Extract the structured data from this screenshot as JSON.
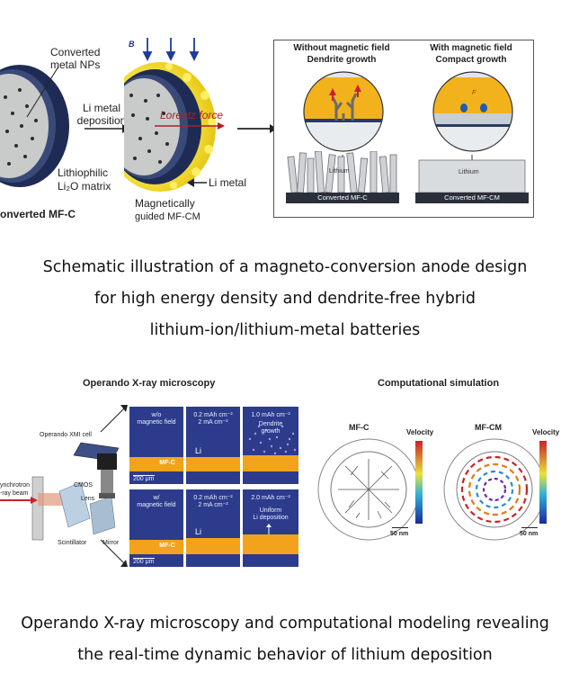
{
  "top_figure": {
    "left_panel": {
      "converted_np_label": "Converted metal NPs",
      "li_deposition_label": "Li metal deposition",
      "lithiophilic_label_1": "Lithiophilic",
      "lithiophilic_label_2": "Li₂O matrix",
      "mfc_label": "onverted MF-C",
      "b_label": "B",
      "lorentz_label": "Lorentz force",
      "li_metal_label": "Li metal",
      "guided_label_1": "Magnetically",
      "guided_label_2": "guided MF-CM"
    },
    "without_panel": {
      "title_1": "Without magnetic field",
      "title_2": "Dendrite growth",
      "lithium_label": "Lithium",
      "substrate_label": "Converted MF-C"
    },
    "with_panel": {
      "title_1": "With magnetic field",
      "title_2": "Compact growth",
      "lithium_label": "Lithium",
      "substrate_label": "Converted MF-CM",
      "f_label": "F"
    }
  },
  "caption_1": {
    "line1": "Schematic illustration of a magneto-conversion anode design",
    "line2": "for high energy density and dendrite-free hybrid",
    "line3": "lithium-ion/lithium-metal batteries"
  },
  "bottom_figure": {
    "xray_title": "Operando X-ray microscopy",
    "sim_title": "Computational simulation",
    "setup": {
      "xmi_cell": "Operando XMI cell",
      "synchrotron_1": "ynchrotron",
      "synchrotron_2": "-ray beam",
      "cmos": "CMOS",
      "lens": "Lens",
      "scintillator": "Scintillator",
      "mirror": "Mirror"
    },
    "row1": {
      "cell1_1": "w/o",
      "cell1_2": "magnetic field",
      "cell1_mf": "MF-C",
      "scale": "200 μm",
      "cell2_1": "0.2 mAh cm⁻²",
      "cell2_2": "2 mA cm⁻²",
      "cell2_li": "Li",
      "cell3_1": "1.0 mAh cm⁻²",
      "cell3_2": "Dendrite",
      "cell3_3": "growth"
    },
    "row2": {
      "cell1_1": "w/",
      "cell1_2": "magnetic field",
      "cell1_mf": "MF-C",
      "scale": "200 μm",
      "cell2_1": "0.2 mAh cm⁻²",
      "cell2_2": "2 mA cm⁻²",
      "cell2_li": "Li",
      "cell3_1": "2.0 mAh cm⁻²",
      "cell3_2": "Uniform",
      "cell3_3": "Li deposition"
    },
    "sim_left": {
      "title": "MF-C",
      "velocity": "Velocity",
      "scale": "50 nm"
    },
    "sim_right": {
      "title": "MF-CM",
      "velocity": "Velocity",
      "scale": "50 nm"
    }
  },
  "caption_2": {
    "line1": "Operando X-ray microscopy and computational modeling revealing",
    "line2": "the real-time dynamic behavior of lithium deposition"
  },
  "colors": {
    "navy": "#1f2f5c",
    "gold": "#f2c21b",
    "yellow_glow": "#f7e84a",
    "xray_bg": "#2c3b8c",
    "xray_lithium": "#f2a31b",
    "red": "#c8222a"
  }
}
